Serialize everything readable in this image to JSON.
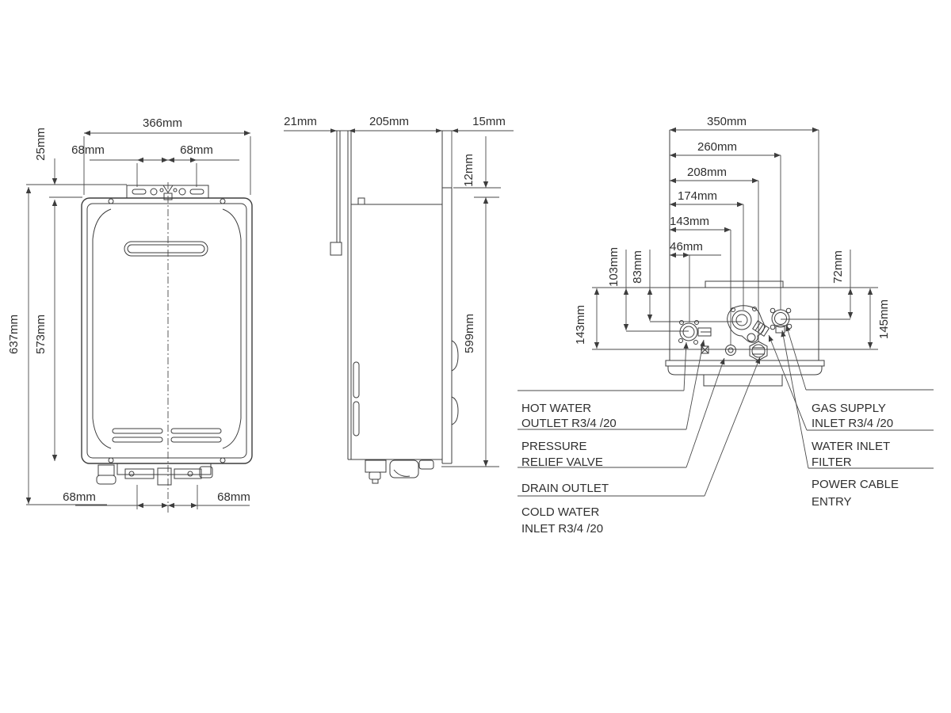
{
  "front_view": {
    "overall_width": "366mm",
    "hole_left": "68mm",
    "hole_right": "68mm",
    "bracket_offset": "25mm",
    "overall_height": "637mm",
    "body_height": "573mm",
    "bottom_hole_left": "68mm",
    "bottom_hole_right": "68mm"
  },
  "side_view": {
    "bracket_depth": "21mm",
    "body_depth": "205mm",
    "front_overhang": "15mm",
    "top_recess": "12mm",
    "body_height": "599mm"
  },
  "bottom_view": {
    "overall_width": "350mm",
    "gas_offset": "260mm",
    "cold_water_offset": "208mm",
    "valve_offset": "174mm",
    "drain_offset": "143mm",
    "hot_water_offset": "46mm",
    "hot_water_depth": "103mm",
    "valve_depth": "83mm",
    "gas_depth": "72mm",
    "left_depth": "143mm",
    "right_depth": "145mm"
  },
  "callouts": {
    "hot_water": {
      "line1": "HOT WATER",
      "line2": "OUTLET R3/4 /20"
    },
    "pressure": {
      "line1": "PRESSURE",
      "line2": "RELIEF VALVE"
    },
    "drain": {
      "line1": "DRAIN OUTLET",
      "line2": ""
    },
    "cold_water": {
      "line1": "COLD WATER",
      "line2": "INLET R3/4 /20"
    },
    "gas": {
      "line1": "GAS SUPPLY",
      "line2": "INLET R3/4 /20"
    },
    "filter": {
      "line1": "WATER INLET",
      "line2": "FILTER"
    },
    "power": {
      "line1": "POWER CABLE",
      "line2": "ENTRY"
    }
  },
  "colors": {
    "line": "#3d3d3d",
    "text": "#2f2f2f",
    "background": "#ffffff"
  }
}
